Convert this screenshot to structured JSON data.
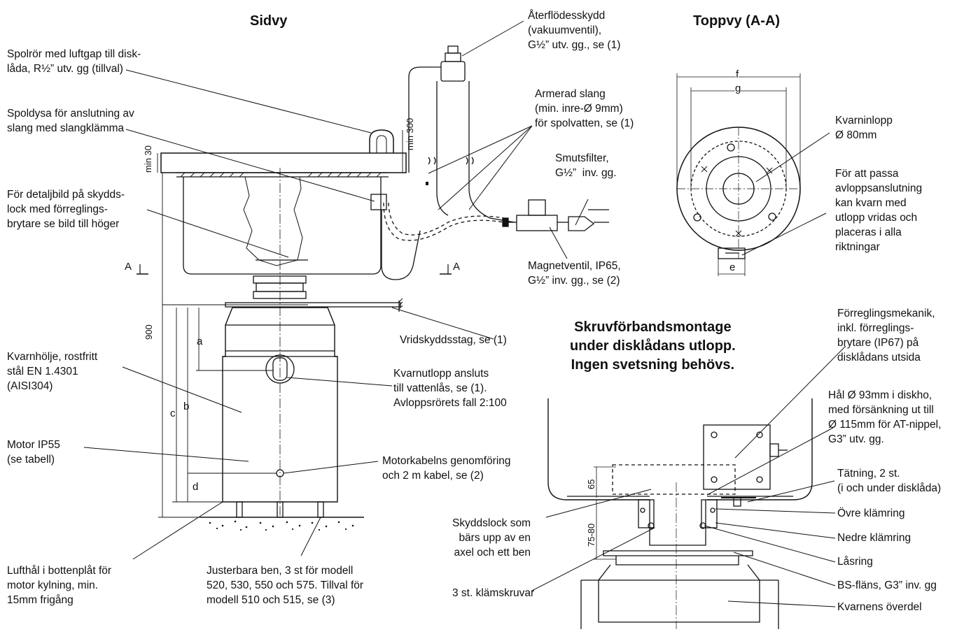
{
  "titles": {
    "side_view": "Sidvy",
    "top_view": "Toppvy (A-A)",
    "mount": "Skruvförbandsmontage\nunder disklådans utlopp.\nIngen svetsning behövs."
  },
  "labels": {
    "spolror": "Spolrör med luftgap till disk-\nlåda, R½” utv. gg (tillval)",
    "spoldysa": "Spoldysa för anslutning av\nslang med slangklämma",
    "detaljbild": "För detaljbild på skydds-\nlock med förreglings-\nbrytare se bild till höger",
    "kvarnholje": "Kvarnhölje, rostfritt\nstål EN 1.4301\n(AISI304)",
    "motor": "Motor IP55\n(se tabell)",
    "lufthal": "Lufthål i bottenplåt för\nmotor kylning, min.\n15mm frigång",
    "justerbara": "Justerbara ben, 3 st för modell\n520, 530, 550 och 575. Tillval för\nmodell 510 och 515, se (3)",
    "aterflodesskydd": "Återflödesskydd\n(vakuumventil),\nG½” utv. gg., se (1)",
    "armerad": "Armerad slang\n(min. inre-Ø 9mm)\nför spolvatten, se (1)",
    "smutsfilter": "Smutsfilter,\nG½”  inv. gg.",
    "magnetventil": "Magnetventil, IP65,\nG½” inv. gg., se (2)",
    "vridskydd": "Vridskyddsstag, se (1)",
    "kvarnutlopp": "Kvarnutlopp ansluts\ntill vattenlås, se (1).\nAvloppsrörets fall 2:100",
    "motorkabel": "Motorkabelns genomföring\noch 2 m kabel, se (2)",
    "kvarninlopp": "Kvarninlopp\nØ 80mm",
    "passa": "För att passa\navloppsanslutning\nkan kvarn med\nutlopp vridas och\nplaceras i alla\nriktningar",
    "forregling": "Förreglingsmekanik,\ninkl. förreglings-\nbrytare (IP67) på\ndisklådans utsida",
    "hal": "Hål Ø 93mm i diskho,\nmed försänkning ut till\nØ 115mm för AT-nippel,\nG3” utv. gg.",
    "tatning": "Tätning, 2 st.\n(i och under disklåda)",
    "ovre": "Övre klämring",
    "nedre": "Nedre klämring",
    "lasring": "Låsring",
    "bsflans": "BS-fläns, G3” inv. gg",
    "overdel": "Kvarnens överdel",
    "skyddslock": "Skyddslock som\nbärs upp av en\naxel och ett ben",
    "klamskruvar": "3 st. klämskruvar"
  },
  "dims": {
    "min30": "min 30",
    "min300": "min 300",
    "d900": "900",
    "a": "a",
    "b": "b",
    "c": "c",
    "d": "d",
    "A1": "A",
    "A2": "A",
    "f": "f",
    "g": "g",
    "e": "e",
    "d65": "65",
    "d7580": "75-80"
  }
}
